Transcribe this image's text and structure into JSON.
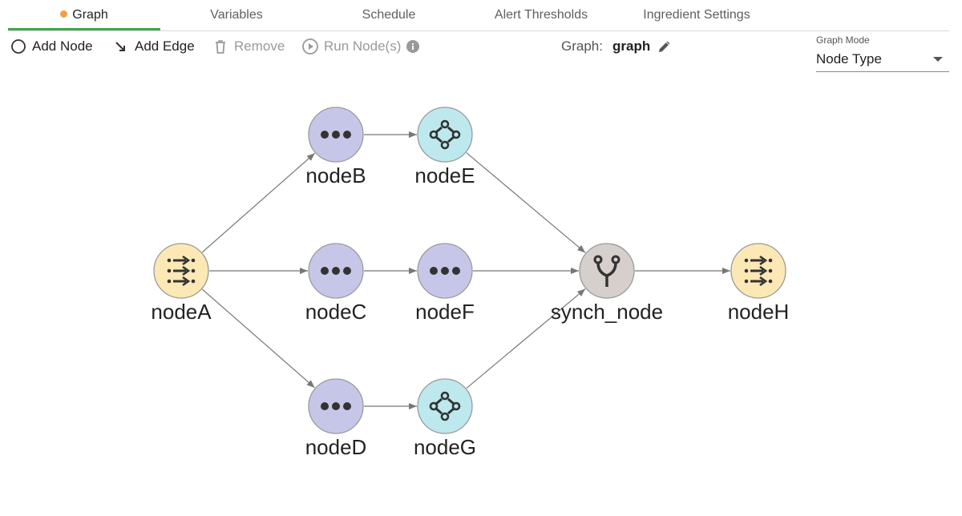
{
  "tabs": [
    {
      "label": "Graph",
      "active": true
    },
    {
      "label": "Variables"
    },
    {
      "label": "Schedule"
    },
    {
      "label": "Alert Thresholds"
    },
    {
      "label": "Ingredient Settings"
    }
  ],
  "toolbar": {
    "add_node": "Add Node",
    "add_edge": "Add Edge",
    "remove": "Remove",
    "run_nodes": "Run Node(s)",
    "graph_label": "Graph:",
    "graph_name": "graph"
  },
  "graph_mode": {
    "label": "Graph Mode",
    "value": "Node Type"
  },
  "colors": {
    "accent_green": "#3fa34d",
    "dot_orange": "#f0a040",
    "node_source": "#fbe8b5",
    "node_generic": "#c6c7e8",
    "node_transform": "#bde8ee",
    "node_sync": "#d6cfcb"
  },
  "graph": {
    "nodes": [
      {
        "id": "nodeA",
        "label": "nodeA",
        "kind": "source",
        "icon": "stream-icon"
      },
      {
        "id": "nodeB",
        "label": "nodeB",
        "kind": "generic",
        "icon": "ellipsis-icon"
      },
      {
        "id": "nodeC",
        "label": "nodeC",
        "kind": "generic",
        "icon": "ellipsis-icon"
      },
      {
        "id": "nodeD",
        "label": "nodeD",
        "kind": "generic",
        "icon": "ellipsis-icon"
      },
      {
        "id": "nodeE",
        "label": "nodeE",
        "kind": "transform",
        "icon": "diamond-nodes-icon"
      },
      {
        "id": "nodeF",
        "label": "nodeF",
        "kind": "generic",
        "icon": "ellipsis-icon"
      },
      {
        "id": "nodeG",
        "label": "nodeG",
        "kind": "transform",
        "icon": "diamond-nodes-icon"
      },
      {
        "id": "synch_node",
        "label": "synch_node",
        "kind": "sync",
        "icon": "merge-icon"
      },
      {
        "id": "nodeH",
        "label": "nodeH",
        "kind": "source",
        "icon": "stream-icon"
      }
    ],
    "edges": [
      [
        "nodeA",
        "nodeB"
      ],
      [
        "nodeA",
        "nodeC"
      ],
      [
        "nodeA",
        "nodeD"
      ],
      [
        "nodeB",
        "nodeE"
      ],
      [
        "nodeC",
        "nodeF"
      ],
      [
        "nodeD",
        "nodeG"
      ],
      [
        "nodeE",
        "synch_node"
      ],
      [
        "nodeF",
        "synch_node"
      ],
      [
        "nodeG",
        "synch_node"
      ],
      [
        "synch_node",
        "nodeH"
      ]
    ]
  }
}
